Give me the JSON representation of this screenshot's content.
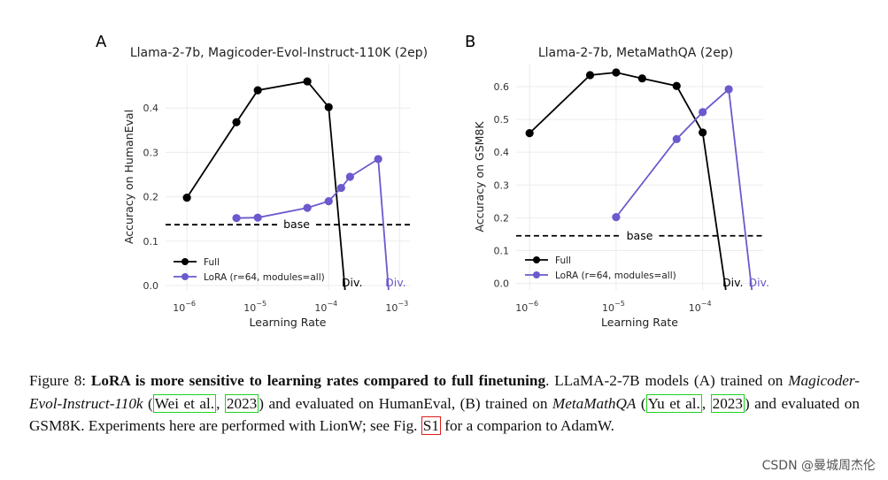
{
  "chart_data": [
    {
      "type": "line",
      "panel": "A",
      "title": "Llama-2-7b, Magicoder-Evol-Instruct-110K (2ep)",
      "xlabel": "Learning Rate",
      "ylabel": "Accuracy on HumanEval",
      "xscale": "log",
      "xlim": [
        5e-07,
        0.0014
      ],
      "ylim": [
        -0.01,
        0.5
      ],
      "xticks": [
        1e-06,
        1e-05,
        0.0001,
        0.001
      ],
      "xtick_labels": [
        "10",
        "10",
        "10",
        "10"
      ],
      "xtick_exponents": [
        "−6",
        "−5",
        "−4",
        "−3"
      ],
      "yticks": [
        0.0,
        0.1,
        0.2,
        0.3,
        0.4
      ],
      "ytick_labels": [
        "0.0",
        "0.1",
        "0.2",
        "0.3",
        "0.4"
      ],
      "grid": true,
      "legend_position": "bottom-left",
      "baseline": {
        "label": "base",
        "y": 0.137
      },
      "series": [
        {
          "name": "Full",
          "color": "#000000",
          "x": [
            1e-06,
            5e-06,
            1e-05,
            5e-05,
            0.0001
          ],
          "y": [
            0.198,
            0.368,
            0.44,
            0.46,
            0.402
          ],
          "div_x": 0.00017,
          "div_label": "Div."
        },
        {
          "name": "LoRA (r=64, modules=all)",
          "color": "#6a5acd",
          "x": [
            5e-06,
            1e-05,
            5e-05,
            0.0001,
            0.00015,
            0.0002,
            0.0005
          ],
          "y": [
            0.152,
            0.153,
            0.175,
            0.19,
            0.22,
            0.245,
            0.285
          ],
          "div_x": 0.0007,
          "div_label": "Div."
        }
      ]
    },
    {
      "type": "line",
      "panel": "B",
      "title": "Llama-2-7b, MetaMathQA (2ep)",
      "xlabel": "Learning Rate",
      "ylabel": "Accuracy on GSM8K",
      "xscale": "log",
      "xlim": [
        7e-07,
        0.0005
      ],
      "ylim": [
        -0.02,
        0.67
      ],
      "xticks": [
        1e-06,
        1e-05,
        0.0001
      ],
      "xtick_labels": [
        "10",
        "10",
        "10"
      ],
      "xtick_exponents": [
        "−6",
        "−5",
        "−4"
      ],
      "yticks": [
        0.0,
        0.1,
        0.2,
        0.3,
        0.4,
        0.5,
        0.6
      ],
      "ytick_labels": [
        "0.0",
        "0.1",
        "0.2",
        "0.3",
        "0.4",
        "0.5",
        "0.6"
      ],
      "grid": true,
      "legend_position": "bottom-left",
      "baseline": {
        "label": "base",
        "y": 0.145
      },
      "series": [
        {
          "name": "Full",
          "color": "#000000",
          "x": [
            1e-06,
            5e-06,
            1e-05,
            2e-05,
            5e-05,
            0.0001
          ],
          "y": [
            0.458,
            0.635,
            0.643,
            0.625,
            0.602,
            0.46
          ],
          "div_x": 0.000185,
          "div_label": "Div."
        },
        {
          "name": "LoRA (r=64, modules=all)",
          "color": "#6a5acd",
          "x": [
            1e-05,
            5e-05,
            0.0001,
            0.0002
          ],
          "y": [
            0.202,
            0.44,
            0.522,
            0.592
          ],
          "div_x": 0.00037,
          "div_label": "Div."
        }
      ]
    }
  ],
  "caption": {
    "prefix": "Figure 8: ",
    "bold": "LoRA is more sensitive to learning rates compared to full finetuning",
    "t1": ". LLaMA-2-7B models (A) trained on ",
    "i1": "Magicoder-Evol-Instruct-110k",
    "t2": " (",
    "c1a": "Wei et al.",
    "t3": ", ",
    "c1b": "2023",
    "t4": ") and evaluated on HumanEval, (B) trained on ",
    "i2": "MetaMathQA",
    "t5": " (",
    "c2a": "Yu et al.",
    "t6": ", ",
    "c2b": "2023",
    "t7": ") and evaluated on GSM8K. Experiments here are performed with LionW; see Fig. ",
    "r1": "S1",
    "t8": " for a comparion to AdamW."
  },
  "watermark": "CSDN @曼城周杰伦"
}
